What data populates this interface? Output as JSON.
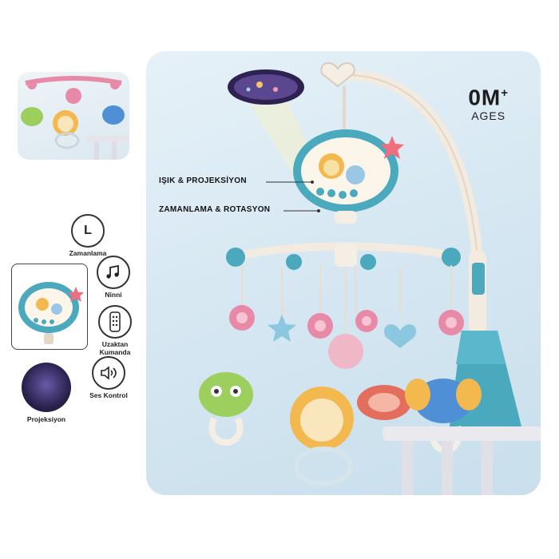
{
  "age_badge": {
    "main": "0M",
    "superscript": "+",
    "sub": "AGES"
  },
  "callouts": {
    "light_projection": "IŞIK & PROJEKSİYON",
    "timer_rotation": "ZAMANLAMA & ROTASYON"
  },
  "features": {
    "timer": {
      "label": "Zamanlama",
      "glyph": "L",
      "icon": "clock-icon"
    },
    "lullaby": {
      "label": "Ninni",
      "icon": "music-note-icon"
    },
    "remote": {
      "label_line1": "Uzaktan",
      "label_line2": "Kumanda",
      "icon": "remote-control-icon"
    },
    "sound": {
      "label": "Ses Kontrol",
      "icon": "speaker-icon"
    },
    "projection": {
      "label": "Projeksiyon",
      "icon": "projection-icon"
    }
  },
  "colors": {
    "teal": "#3f9fb4",
    "pink": "#e88aa7",
    "cream": "#f1e9dd",
    "panel_bg": "#d6e8f2"
  }
}
